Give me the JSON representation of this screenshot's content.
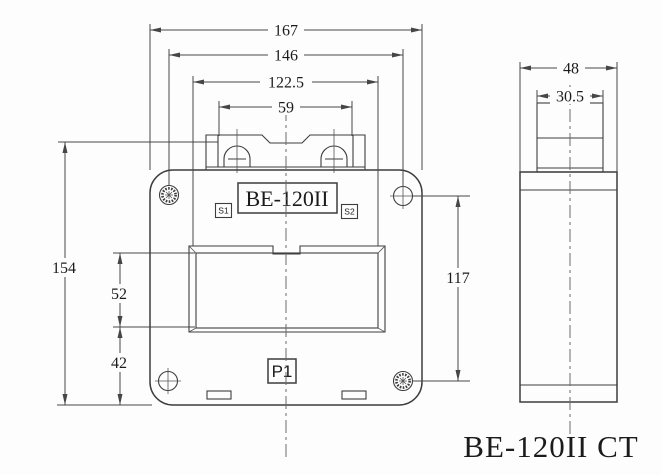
{
  "caption": "BE-120II CT",
  "front_view": {
    "model_label": "BE-120II",
    "terminal_s1": "S1",
    "terminal_s2": "S2",
    "terminal_p1": "P1",
    "dimensions": {
      "overall_width_mm": "167",
      "mounting_hole_spacing_width_mm": "146",
      "upper_width_mm": "122.5",
      "terminal_block_width_mm": "59",
      "overall_height_mm": "154",
      "window_height_mm": "52",
      "lower_section_height_mm": "42",
      "mounting_hole_spacing_height_mm": "117"
    }
  },
  "side_view": {
    "dimensions": {
      "overall_depth_mm": "48",
      "terminal_block_depth_mm": "30.5"
    }
  },
  "colors": {
    "line": "#3d3d3d",
    "dimension_line": "#464646",
    "centerline": "#6a6a6a",
    "text": "#1b1b1b",
    "background": "#fdfdfd"
  }
}
